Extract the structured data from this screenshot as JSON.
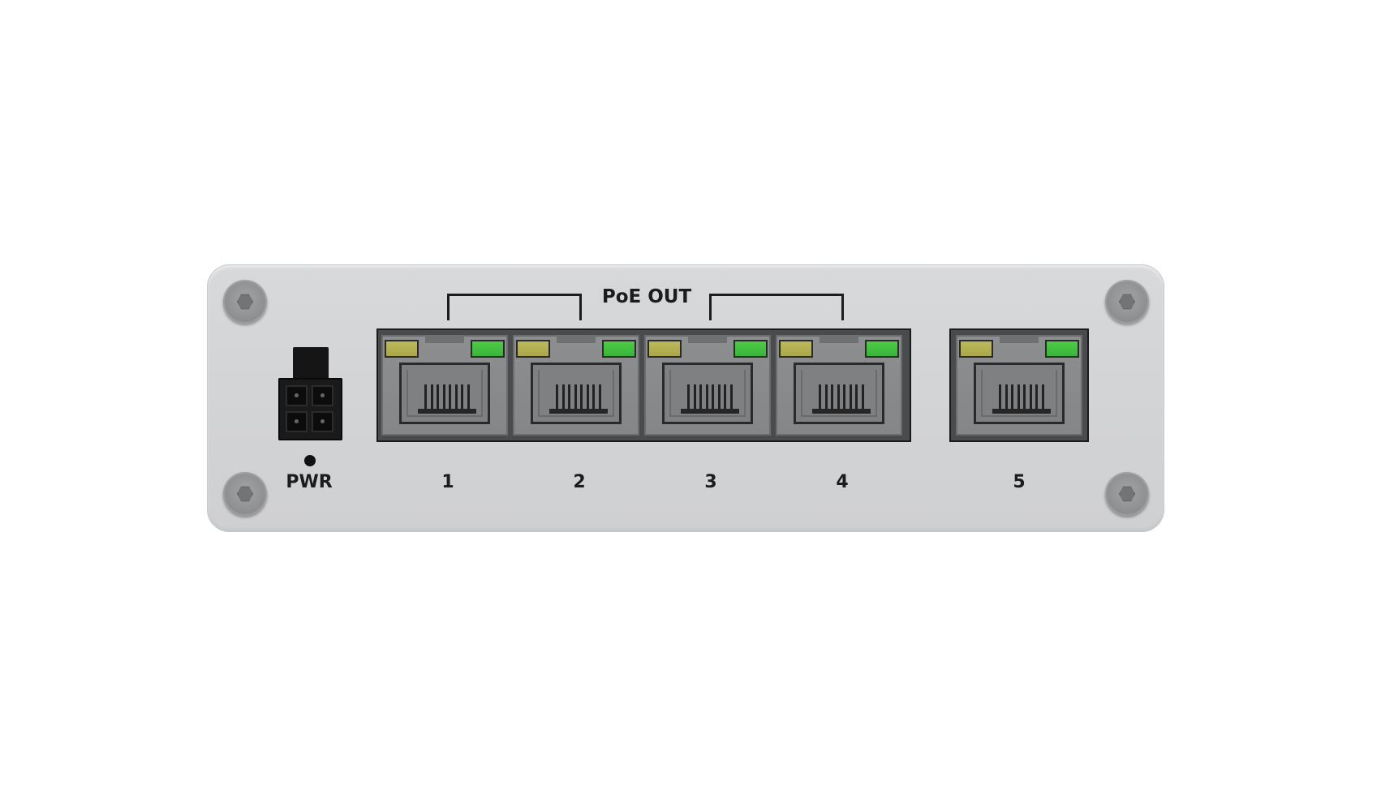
{
  "device": {
    "power_label": "PWR",
    "poe_label": "PoE OUT",
    "ports": [
      {
        "number": "1",
        "poe": true
      },
      {
        "number": "2",
        "poe": true
      },
      {
        "number": "3",
        "poe": true
      },
      {
        "number": "4",
        "poe": true
      },
      {
        "number": "5",
        "poe": false
      }
    ],
    "colors": {
      "chassis": "#d4d5d7",
      "led_yellow": "#b5b252",
      "led_green": "#43c040",
      "port_frame": "#4a4b4d"
    }
  }
}
